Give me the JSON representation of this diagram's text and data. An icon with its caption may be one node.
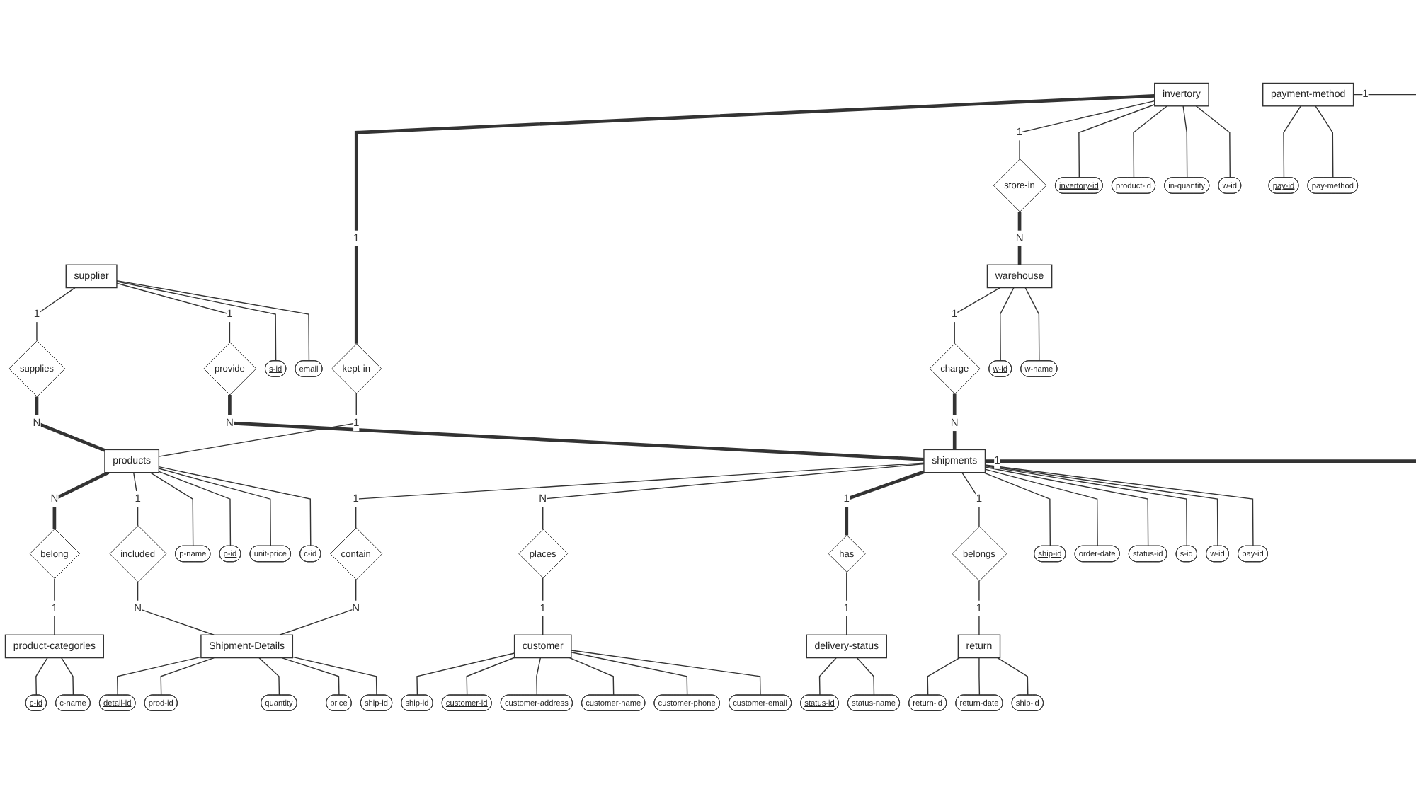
{
  "diagram": {
    "nodes": [
      {
        "text": [
          "s-id"
        ]
      },
      {
        "text": [
          "email"
        ]
      },
      {
        "text": [
          "invertory-id"
        ]
      },
      {
        "text": [
          "product-id"
        ]
      },
      {
        "text": [
          "in-quantity"
        ]
      },
      {
        "text": [
          "w-id"
        ]
      },
      {
        "text": [
          "w-id"
        ]
      },
      {
        "text": [
          "w-name"
        ]
      },
      {
        "text": [
          "kept-in"
        ]
      },
      {
        "text": [
          "supplier"
        ]
      },
      {
        "text": [
          "invertory"
        ]
      },
      {
        "text": [
          "store-in"
        ]
      },
      {
        "text": [
          "warehouse"
        ]
      },
      {
        "text": [
          "charge"
        ]
      },
      {
        "text": [
          "supplies"
        ]
      },
      {
        "text": [
          "provide"
        ]
      },
      {
        "text": [
          "products"
        ]
      },
      {
        "text": [
          "belong"
        ]
      },
      {
        "text": [
          "product-categories"
        ]
      },
      {
        "text": [
          "shipments"
        ]
      },
      {
        "text": [
          "belongs"
        ]
      },
      {
        "text": [
          "included"
        ]
      },
      {
        "text": [
          "p-name"
        ]
      },
      {
        "text": [
          "p-id"
        ]
      },
      {
        "text": [
          "unit-price"
        ]
      },
      {
        "text": [
          "c-id"
        ]
      },
      {
        "text": [
          "c-id"
        ]
      },
      {
        "text": [
          "c-name"
        ]
      },
      {
        "text": [
          "ship-id"
        ]
      },
      {
        "text": [
          "order-date"
        ]
      },
      {
        "text": [
          "status-id"
        ]
      },
      {
        "text": [
          "s-id"
        ]
      },
      {
        "text": [
          "w-id"
        ]
      },
      {
        "text": [
          "pay-id"
        ]
      },
      {
        "text": [
          "has"
        ]
      },
      {
        "text": [
          "contain"
        ]
      },
      {
        "text": [
          "Shipment-Details"
        ]
      },
      {
        "text": [
          "delivery-status"
        ]
      },
      {
        "text": [
          "detail-id"
        ]
      },
      {
        "text": [
          "prod-id"
        ]
      },
      {
        "text": [
          "quantity"
        ]
      },
      {
        "text": [
          "price"
        ]
      },
      {
        "text": [
          "ship-id"
        ]
      },
      {
        "text": [
          "status-id"
        ]
      },
      {
        "text": [
          "status-name"
        ]
      },
      {
        "text": [
          "places"
        ]
      },
      {
        "text": [
          "ship-id"
        ]
      },
      {
        "text": [
          "customer"
        ]
      },
      {
        "text": [
          "payment-method"
        ]
      },
      {
        "text": [
          "return"
        ]
      },
      {
        "text": [
          "customer-id"
        ]
      },
      {
        "text": [
          "customer-address"
        ]
      },
      {
        "text": [
          "customer-name"
        ]
      },
      {
        "text": [
          "customer-phone"
        ]
      },
      {
        "text": [
          "customer-email"
        ]
      },
      {
        "text": [
          "pay-id"
        ]
      },
      {
        "text": [
          "pay-method"
        ]
      },
      {
        "text": [
          "return-id"
        ]
      },
      {
        "text": [
          "return-date"
        ]
      },
      {
        "text": [
          "ship-id"
        ]
      }
    ],
    "edges": [
      {
        "from": 10,
        "to": 8,
        "arrow": "none",
        "label": "1",
        "style": "thick"
      },
      {
        "from": 8,
        "to": 16,
        "arrow": "none",
        "label": "1"
      },
      {
        "from": 9,
        "to": 14,
        "arrow": "none",
        "label": "1"
      },
      {
        "from": 14,
        "to": 16,
        "arrow": "none",
        "label": "N",
        "style": "thick"
      },
      {
        "from": 9,
        "to": 15,
        "arrow": "none",
        "label": "1"
      },
      {
        "from": 15,
        "to": 19,
        "arrow": "none",
        "label": "N",
        "style": "thick"
      },
      {
        "from": 10,
        "to": 11,
        "arrow": "none",
        "label": "1"
      },
      {
        "from": 11,
        "to": 12,
        "arrow": "none",
        "label": "N",
        "style": "thick"
      },
      {
        "from": 12,
        "to": 13,
        "arrow": "none",
        "label": "1"
      },
      {
        "from": 13,
        "to": 19,
        "arrow": "none",
        "label": "N",
        "style": "thick"
      },
      {
        "from": 16,
        "to": 17,
        "arrow": "none",
        "label": "N",
        "style": "thick"
      },
      {
        "from": 17,
        "to": 18,
        "arrow": "none",
        "label": "1"
      },
      {
        "from": 16,
        "to": 21,
        "arrow": "none",
        "label": "1"
      },
      {
        "from": 21,
        "to": 36,
        "arrow": "none",
        "label": "N"
      },
      {
        "from": 19,
        "to": 35,
        "arrow": "none",
        "label": "1"
      },
      {
        "from": 35,
        "to": 36,
        "arrow": "none",
        "label": "N"
      },
      {
        "from": 19,
        "to": 45,
        "arrow": "none",
        "label": "N"
      },
      {
        "from": 45,
        "to": 47,
        "arrow": "none",
        "label": "1"
      },
      {
        "from": 19,
        "to": 34,
        "arrow": "none",
        "label": "1",
        "style": "thick"
      },
      {
        "from": 34,
        "to": 37,
        "arrow": "none",
        "label": "1"
      },
      {
        "from": 19,
        "to": 20,
        "arrow": "none",
        "label": "1"
      },
      {
        "from": 20,
        "to": 49,
        "arrow": "none",
        "label": "1"
      },
      {
        "from": 19,
        "to": null,
        "arrow": "none",
        "label": "1",
        "style": "thick"
      },
      {
        "from": 48,
        "to": null,
        "arrow": "none",
        "label": "1"
      },
      {
        "from": 9,
        "to": 0,
        "arrow": "none"
      },
      {
        "from": 9,
        "to": 1,
        "arrow": "none"
      },
      {
        "from": 10,
        "to": 2,
        "arrow": "none"
      },
      {
        "from": 10,
        "to": 3,
        "arrow": "none"
      },
      {
        "from": 10,
        "to": 4,
        "arrow": "none"
      },
      {
        "from": 10,
        "to": 5,
        "arrow": "none"
      },
      {
        "from": 12,
        "to": 6,
        "arrow": "none"
      },
      {
        "from": 12,
        "to": 7,
        "arrow": "none"
      },
      {
        "from": 16,
        "to": 22,
        "arrow": "none"
      },
      {
        "from": 16,
        "to": 23,
        "arrow": "none"
      },
      {
        "from": 16,
        "to": 24,
        "arrow": "none"
      },
      {
        "from": 16,
        "to": 25,
        "arrow": "none"
      },
      {
        "from": 18,
        "to": 26,
        "arrow": "none"
      },
      {
        "from": 18,
        "to": 27,
        "arrow": "none"
      },
      {
        "from": 19,
        "to": 28,
        "arrow": "none"
      },
      {
        "from": 19,
        "to": 29,
        "arrow": "none"
      },
      {
        "from": 19,
        "to": 30,
        "arrow": "none"
      },
      {
        "from": 19,
        "to": 31,
        "arrow": "none"
      },
      {
        "from": 19,
        "to": 32,
        "arrow": "none"
      },
      {
        "from": 19,
        "to": 33,
        "arrow": "none"
      },
      {
        "from": 36,
        "to": 38,
        "arrow": "none"
      },
      {
        "from": 36,
        "to": 39,
        "arrow": "none"
      },
      {
        "from": 36,
        "to": 40,
        "arrow": "none"
      },
      {
        "from": 36,
        "to": 41,
        "arrow": "none"
      },
      {
        "from": 36,
        "to": 42,
        "arrow": "none"
      },
      {
        "from": 37,
        "to": 43,
        "arrow": "none"
      },
      {
        "from": 37,
        "to": 44,
        "arrow": "none"
      },
      {
        "from": 47,
        "to": 46,
        "arrow": "none"
      },
      {
        "from": 47,
        "to": 50,
        "arrow": "none"
      },
      {
        "from": 47,
        "to": 51,
        "arrow": "none"
      },
      {
        "from": 47,
        "to": 52,
        "arrow": "none"
      },
      {
        "from": 47,
        "to": 53,
        "arrow": "none"
      },
      {
        "from": 47,
        "to": 54,
        "arrow": "none"
      },
      {
        "from": 48,
        "to": 55,
        "arrow": "none"
      },
      {
        "from": 48,
        "to": 56,
        "arrow": "none"
      },
      {
        "from": 49,
        "to": 57,
        "arrow": "none"
      },
      {
        "from": 49,
        "to": 58,
        "arrow": "none"
      },
      {
        "from": 49,
        "to": 59,
        "arrow": "none"
      }
    ]
  }
}
